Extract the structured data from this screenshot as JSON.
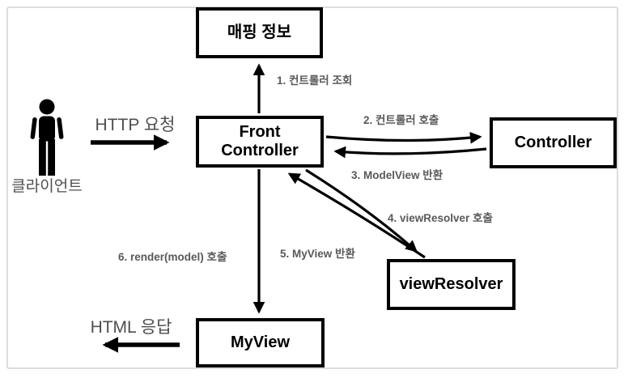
{
  "canvas": {
    "background": "#ffffff",
    "frame_border_color": "#dcdcdc",
    "box_border_color": "#000000",
    "box_text_color": "#000000",
    "edge_label_color": "#595959",
    "big_label_color": "#4f4f4f",
    "arrow_color": "#000000"
  },
  "boxes": {
    "mapping_info": {
      "label": "매핑 정보"
    },
    "front_controller": {
      "label": "Front Controller"
    },
    "controller": {
      "label": "Controller"
    },
    "view_resolver": {
      "label": "viewResolver"
    },
    "my_view": {
      "label": "MyView"
    }
  },
  "actor": {
    "icon": "person-icon",
    "label": "클라이언트"
  },
  "edges": {
    "http_request": {
      "label": "HTTP 요청",
      "from": "client",
      "to": "front_controller"
    },
    "step1": {
      "label": "1. 컨트롤러 조회",
      "from": "front_controller",
      "to": "mapping_info"
    },
    "step2": {
      "label": "2. 컨트롤러 호출",
      "from": "front_controller",
      "to": "controller"
    },
    "step3": {
      "label": "3. ModelView 반환",
      "from": "controller",
      "to": "front_controller"
    },
    "step4": {
      "label": "4. viewResolver 호출",
      "from": "front_controller",
      "to": "view_resolver"
    },
    "step5": {
      "label": "5. MyView 반환",
      "from": "view_resolver",
      "to": "front_controller"
    },
    "step6": {
      "label": "6. render(model) 호출",
      "from": "front_controller",
      "to": "my_view"
    },
    "html_response": {
      "label": "HTML 응답",
      "from": "my_view",
      "to": "client"
    }
  }
}
